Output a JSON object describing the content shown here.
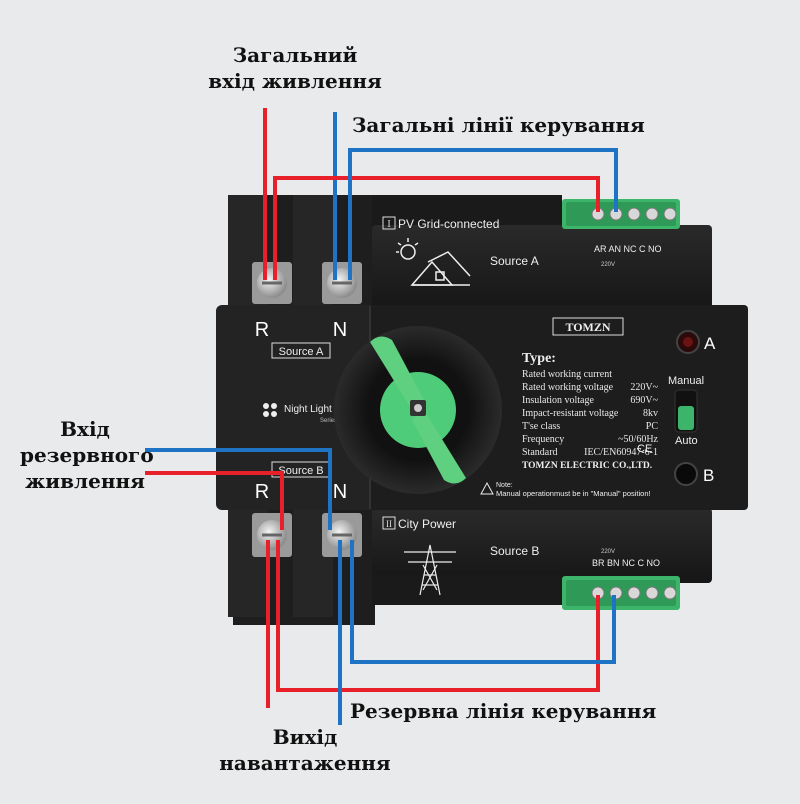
{
  "labels": {
    "main_input_line1": "Загальний",
    "main_input_line2": "вхід живлення",
    "main_control": "Загальні лінії керування",
    "backup_input_line1": "Вхід",
    "backup_input_line2": "резервного",
    "backup_input_line3": "живлення",
    "backup_control": "Резервна лінія керування",
    "load_output_line1": "Вихід",
    "load_output_line2": "навантаження"
  },
  "device": {
    "brand": "TOMZN",
    "top_terminals": [
      "R",
      "N"
    ],
    "bottom_terminals": [
      "R",
      "N"
    ],
    "source_a_tag": "Source A",
    "source_b_tag": "Source B",
    "night_light": "Night Light",
    "series": "Series",
    "pv_title": "PV Grid-connected",
    "pv_icon": "I",
    "source_a": "Source A",
    "city_title": "City Power",
    "city_icon": "II",
    "source_b": "Source B",
    "top_block_labels": "AR AN  NC  C  NO",
    "top_block_voltage": "220V",
    "bottom_block_labels": "BR BN  NC  C  NO",
    "bottom_block_voltage": "220V",
    "type_title": "Type:",
    "specs": [
      {
        "name": "Rated working current",
        "value": ""
      },
      {
        "name": "Rated working voltage",
        "value": "220V~"
      },
      {
        "name": "Insulation voltage",
        "value": "690V~"
      },
      {
        "name": "Impact-resistant voltage",
        "value": "8kv"
      },
      {
        "name": "T'se class",
        "value": "PC"
      },
      {
        "name": "Frequency",
        "value": "~50/60Hz"
      },
      {
        "name": "Standard",
        "value": "IEC/EN60947-6-1"
      }
    ],
    "company": "TOMZN ELECTRIC CO.,LTD.",
    "ce": "CE",
    "note_title": "Note:",
    "note_text": "Manual operationmust be in \"Manual\" position!",
    "indicator_a": "A",
    "indicator_b": "B",
    "mode_manual": "Manual",
    "mode_auto": "Auto"
  },
  "colors": {
    "live_wire": "#e8202a",
    "neutral_wire": "#1f73c4",
    "device_body": "#1c1c1c",
    "terminal_green": "#3cb46a",
    "knob_green": "#5fd080"
  }
}
